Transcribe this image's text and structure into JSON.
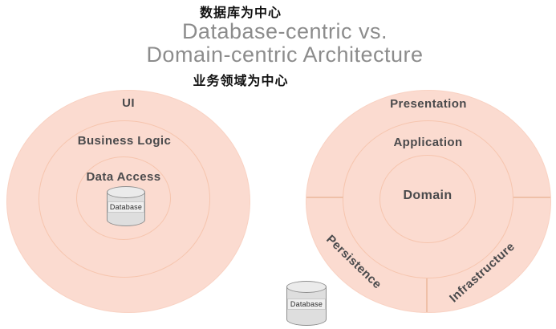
{
  "header": {
    "annotation_top": "数据库为中心",
    "title_line1": "Database-centric vs.",
    "title_line2": "Domain-centric Architecture",
    "annotation_bottom": "业务领域为中心"
  },
  "colors": {
    "circle_fill": "#fbdbd0",
    "ring_stroke": "#f6c5ae",
    "divider": "#efc0a8",
    "layer_text": "#4a4a4c",
    "title_text": "#8c8c8c",
    "annotation_text": "#111111",
    "cylinder_fill": "#dedede",
    "cylinder_stroke": "#8f8f8f"
  },
  "left_diagram": {
    "style": "database-centric",
    "rings": [
      {
        "label": "UI"
      },
      {
        "label": "Business Logic"
      },
      {
        "label": "Data Access"
      }
    ],
    "database_label": "Database"
  },
  "right_diagram": {
    "style": "domain-centric",
    "rings": [
      {
        "label": "Presentation"
      },
      {
        "label": "Application"
      },
      {
        "label": "Domain"
      }
    ],
    "sectors": [
      {
        "label": "Persistence"
      },
      {
        "label": "Infrastructure"
      }
    ],
    "database_label": "Database"
  }
}
